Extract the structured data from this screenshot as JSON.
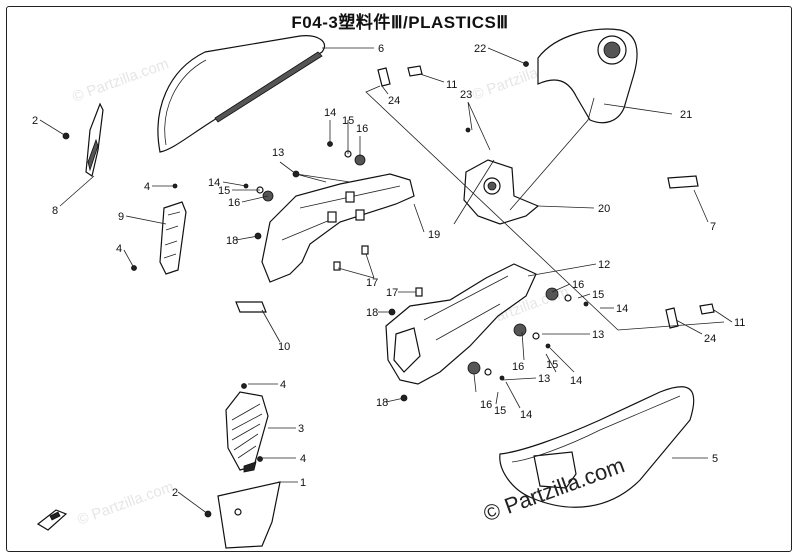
{
  "title": "F04-3塑料件Ⅲ/PLASTICSⅢ",
  "copyright": "© Partzilla.com",
  "watermark": "© Partzilla.com",
  "callouts": [
    {
      "id": "c1",
      "label": "1"
    },
    {
      "id": "c2a",
      "label": "2"
    },
    {
      "id": "c2b",
      "label": "2"
    },
    {
      "id": "c3",
      "label": "3"
    },
    {
      "id": "c4a",
      "label": "4"
    },
    {
      "id": "c4b",
      "label": "4"
    },
    {
      "id": "c4c",
      "label": "4"
    },
    {
      "id": "c4d",
      "label": "4"
    },
    {
      "id": "c5",
      "label": "5"
    },
    {
      "id": "c6",
      "label": "6"
    },
    {
      "id": "c7",
      "label": "7"
    },
    {
      "id": "c8",
      "label": "8"
    },
    {
      "id": "c9",
      "label": "9"
    },
    {
      "id": "c10",
      "label": "10"
    },
    {
      "id": "c11a",
      "label": "11"
    },
    {
      "id": "c11b",
      "label": "11"
    },
    {
      "id": "c12",
      "label": "12"
    },
    {
      "id": "c13a",
      "label": "13"
    },
    {
      "id": "c13b",
      "label": "13"
    },
    {
      "id": "c13c",
      "label": "13"
    },
    {
      "id": "c14a",
      "label": "14"
    },
    {
      "id": "c14b",
      "label": "14"
    },
    {
      "id": "c14c",
      "label": "14"
    },
    {
      "id": "c14d",
      "label": "14"
    },
    {
      "id": "c14e",
      "label": "14"
    },
    {
      "id": "c15a",
      "label": "15"
    },
    {
      "id": "c15b",
      "label": "15"
    },
    {
      "id": "c15c",
      "label": "15"
    },
    {
      "id": "c15d",
      "label": "15"
    },
    {
      "id": "c15e",
      "label": "15"
    },
    {
      "id": "c16a",
      "label": "16"
    },
    {
      "id": "c16b",
      "label": "16"
    },
    {
      "id": "c16c",
      "label": "16"
    },
    {
      "id": "c16d",
      "label": "16"
    },
    {
      "id": "c16e",
      "label": "16"
    },
    {
      "id": "c17a",
      "label": "17"
    },
    {
      "id": "c17b",
      "label": "17"
    },
    {
      "id": "c18a",
      "label": "18"
    },
    {
      "id": "c18b",
      "label": "18"
    },
    {
      "id": "c18c",
      "label": "18"
    },
    {
      "id": "c19",
      "label": "19"
    },
    {
      "id": "c20",
      "label": "20"
    },
    {
      "id": "c21",
      "label": "21"
    },
    {
      "id": "c22",
      "label": "22"
    },
    {
      "id": "c23",
      "label": "23"
    },
    {
      "id": "c24a",
      "label": "24"
    },
    {
      "id": "c24b",
      "label": "24"
    }
  ]
}
